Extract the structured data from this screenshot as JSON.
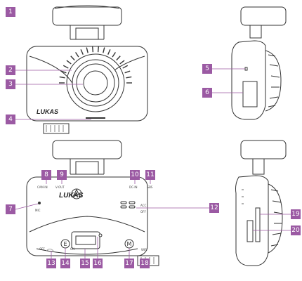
{
  "brand_top": "LUKAS",
  "brand_bottom": "LUKAS",
  "callouts": [
    "1",
    "2",
    "3",
    "4",
    "5",
    "6",
    "7",
    "8",
    "9",
    "10",
    "11",
    "12",
    "13",
    "14",
    "15",
    "16",
    "17",
    "18",
    "19",
    "20"
  ],
  "port_labels": {
    "cam_in": "CAM-IN",
    "v_out": "V-OUT",
    "dc_in": "DC-IN",
    "gbs": "GBS",
    "mic": "MIC",
    "acc": "ACC",
    "off_right": "OFF",
    "off_left": "OFF",
    "on": "ON",
    "wifi": "WIFI"
  },
  "button_labels": {
    "e": "E",
    "m": "M"
  },
  "colors": {
    "badge": "#9b5aa3",
    "leader": "#9b5aa3",
    "outline": "#333333"
  }
}
